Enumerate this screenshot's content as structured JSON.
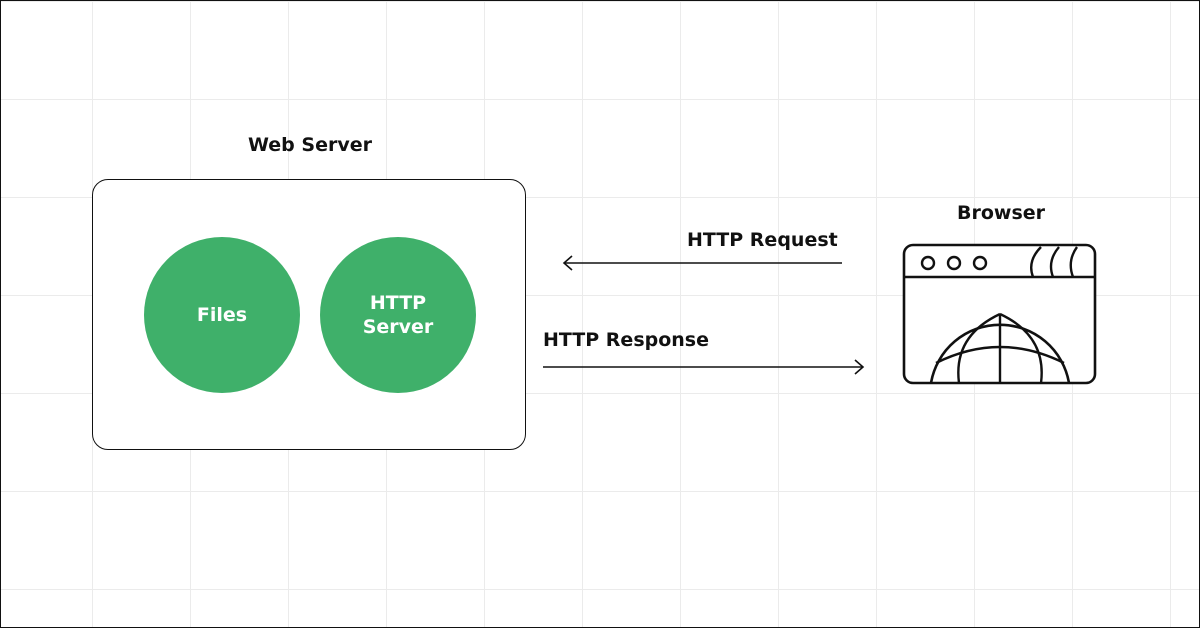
{
  "web_server": {
    "title": "Web Server",
    "files_label": "Files",
    "http_server_line1": "HTTP",
    "http_server_line2": "Server"
  },
  "browser": {
    "title": "Browser",
    "icon": "browser-globe-icon"
  },
  "arrows": {
    "request_label": "HTTP Request",
    "response_label": "HTTP Response"
  },
  "colors": {
    "accent_green": "#3fb06a",
    "stroke": "#111111",
    "grid": "#ebebeb"
  }
}
